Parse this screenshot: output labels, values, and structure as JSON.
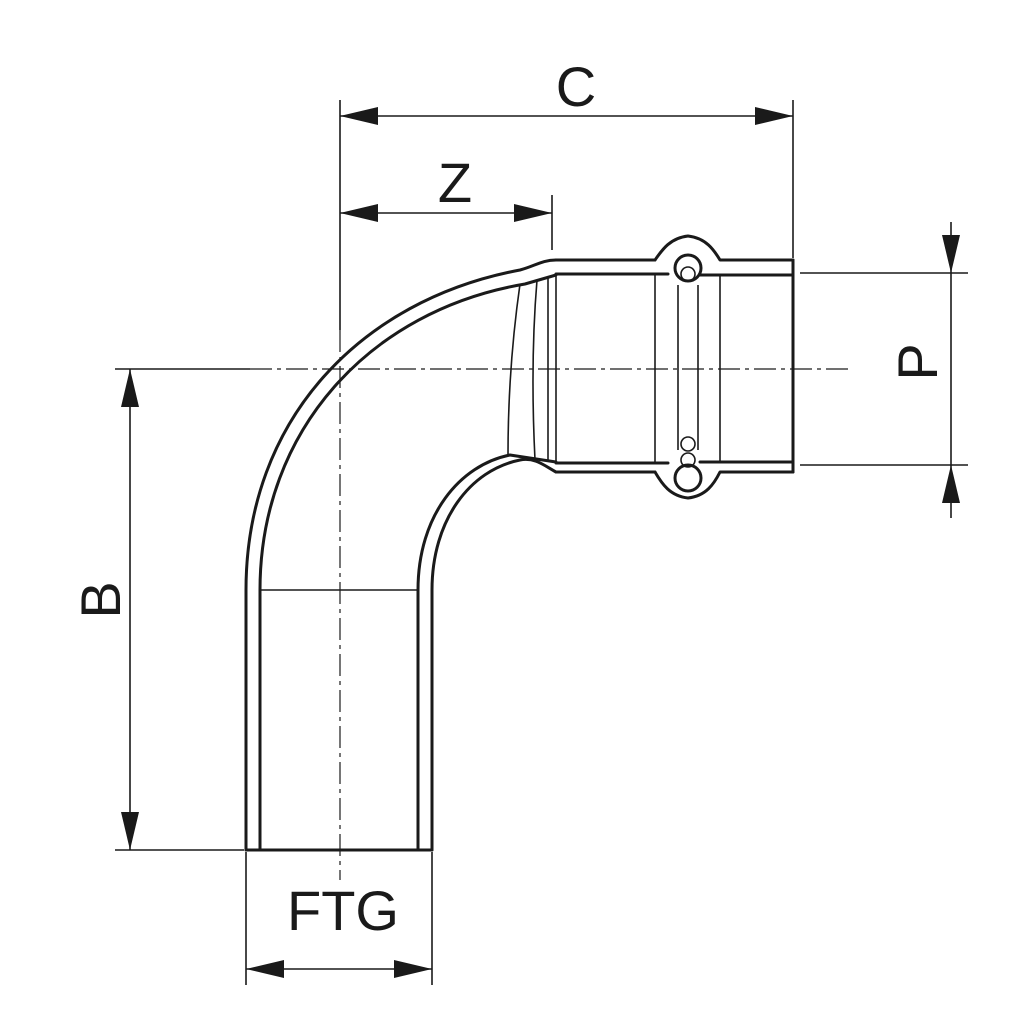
{
  "dimensions": {
    "c": "C",
    "z": "Z",
    "p": "P",
    "b": "B",
    "ftg": "FTG"
  }
}
